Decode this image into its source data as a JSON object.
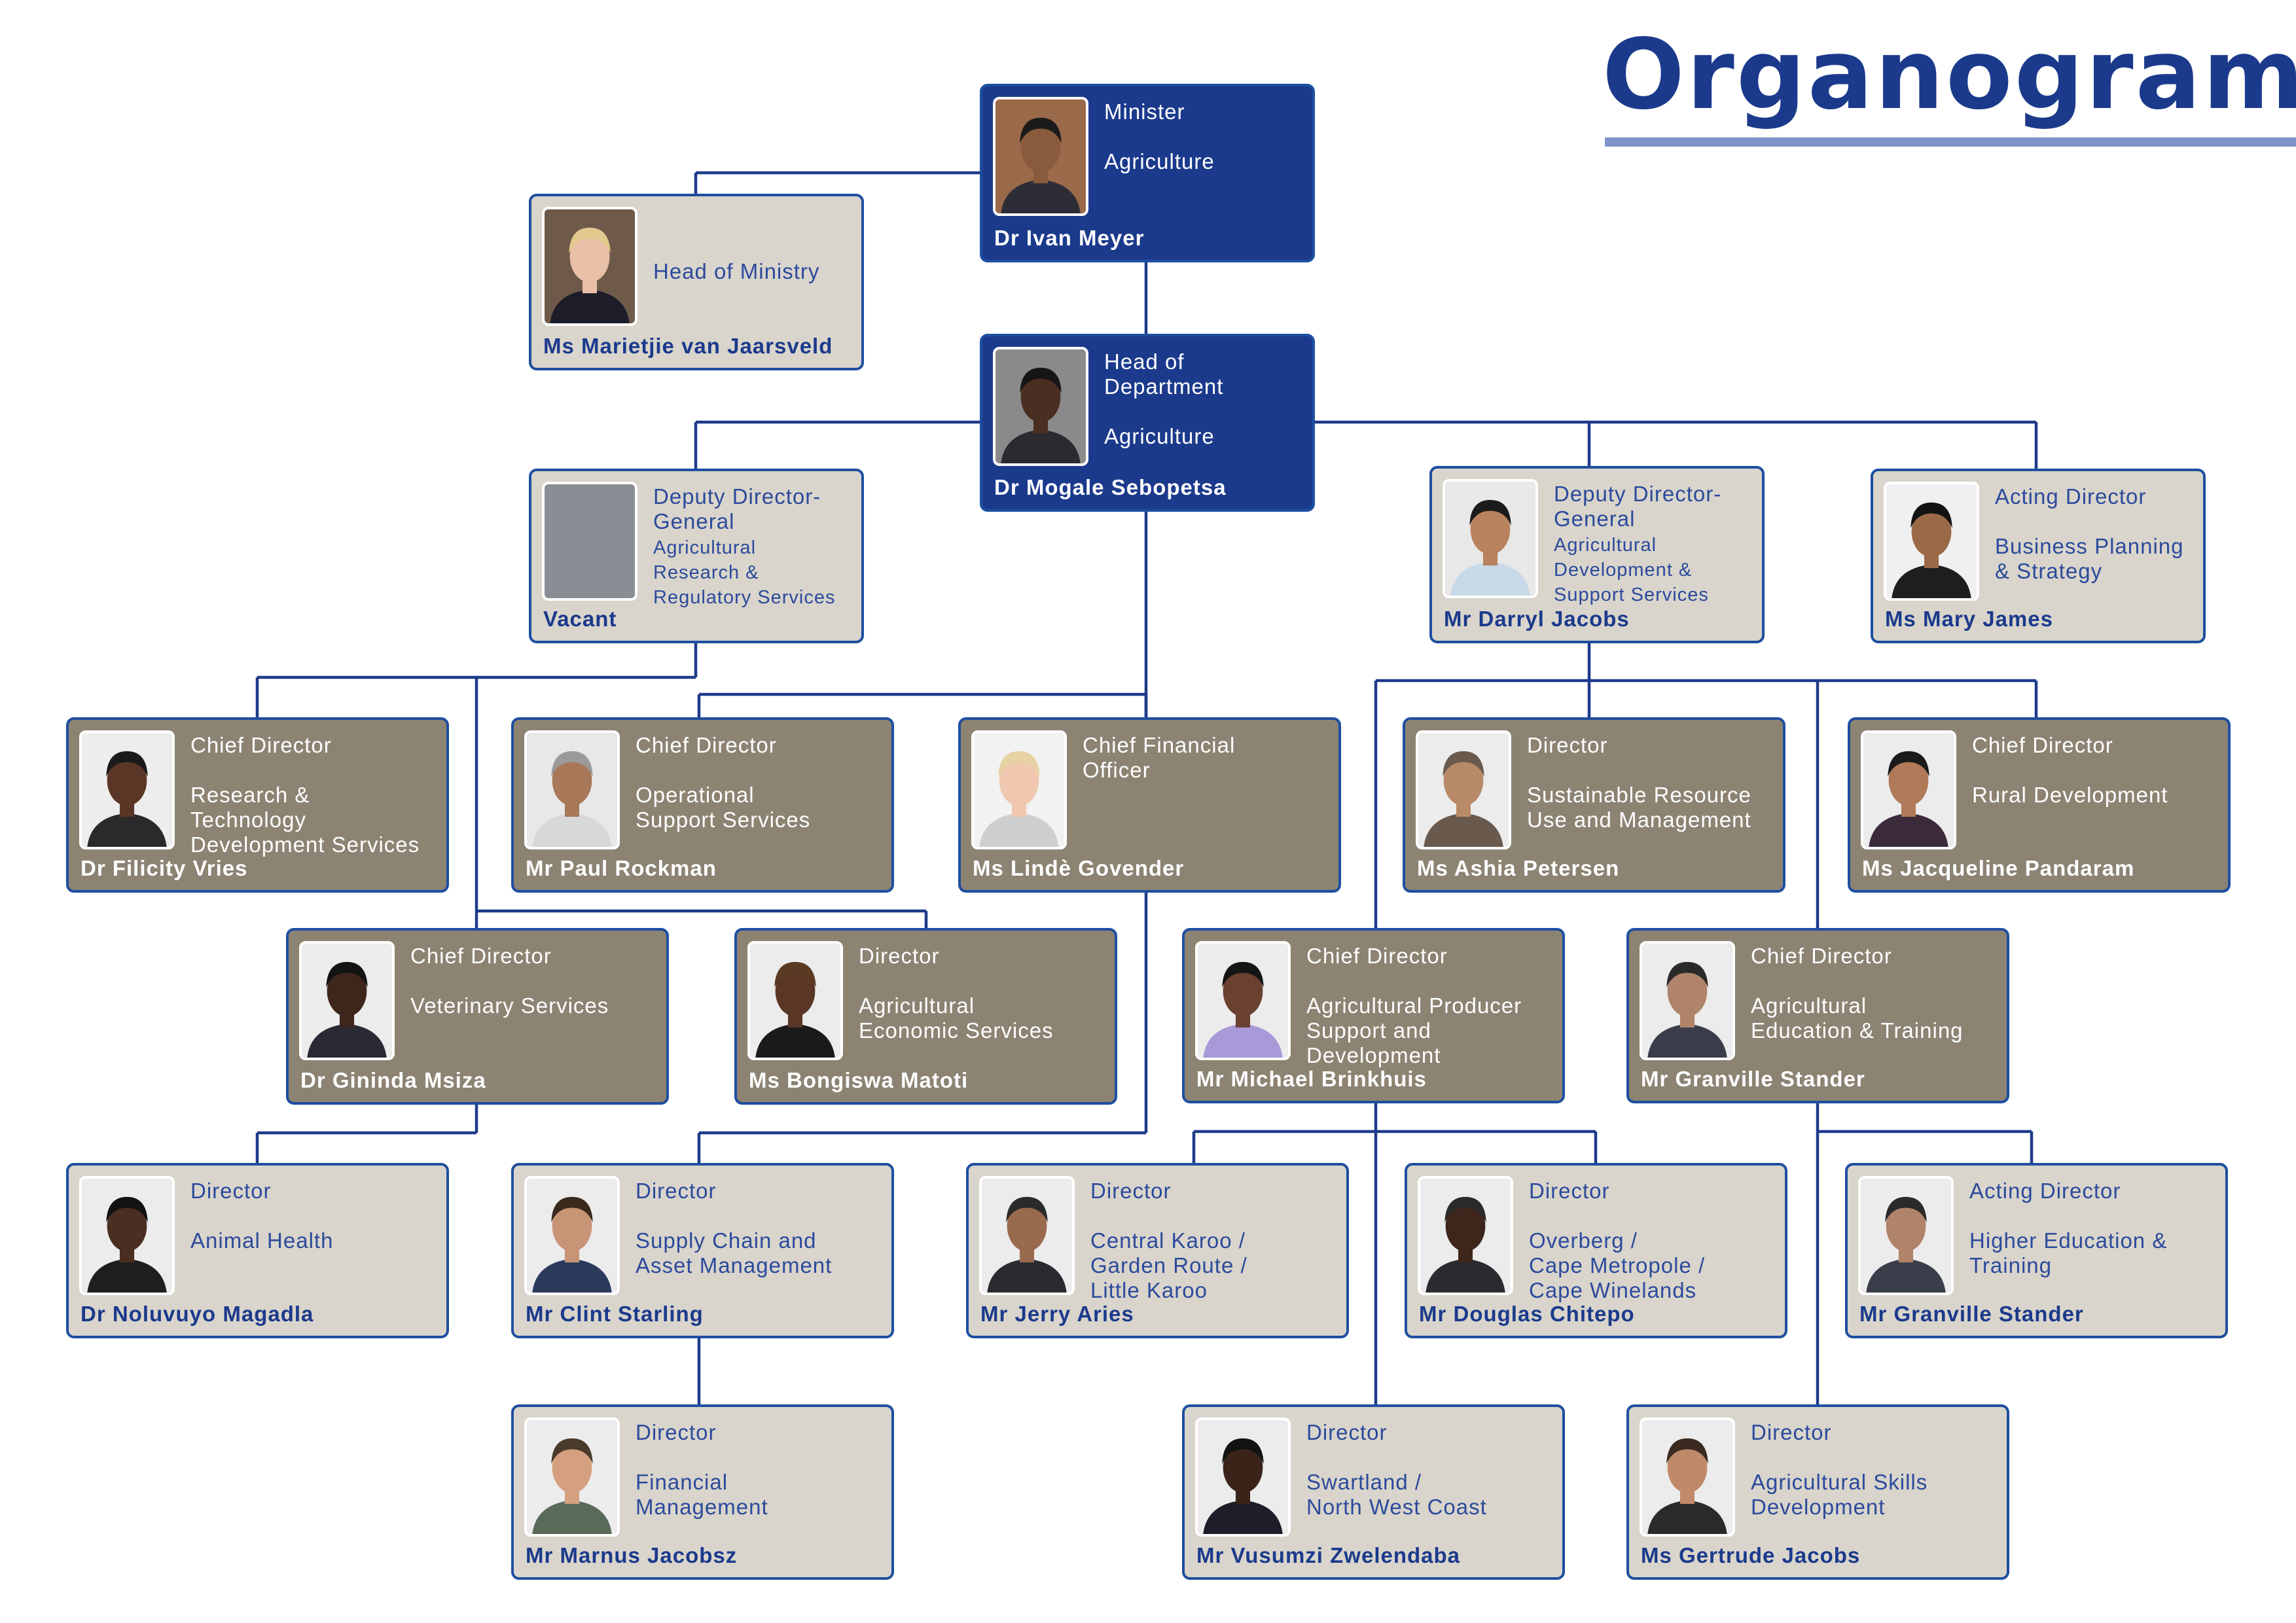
{
  "header": {
    "title": "Organogram"
  },
  "people": [
    {
      "id": "minister",
      "style": "blue",
      "role": "Minister\n\nAgriculture",
      "name": "Dr Ivan Meyer",
      "photo": {
        "skin": "#8a5a3c",
        "hair": "#1b1b1b",
        "bg": "#9a6a4a",
        "shirt": "#2d2d38"
      }
    },
    {
      "id": "head-of-ministry",
      "style": "light",
      "role": "\n\nHead of Ministry",
      "name": "Ms Marietjie van Jaarsveld",
      "photo": {
        "skin": "#e8c0a8",
        "hair": "#e2c98e",
        "bg": "#6f5a4a",
        "shirt": "#1d1d2a"
      }
    },
    {
      "id": "hod",
      "style": "blue",
      "role": "Head of\nDepartment\n\nAgriculture",
      "name": "Dr Mogale Sebopetsa",
      "photo": {
        "skin": "#4a2e22",
        "hair": "#151515",
        "bg": "#8a8a8a",
        "shirt": "#2a2a30"
      }
    },
    {
      "id": "ddg-research",
      "style": "light",
      "role": "Deputy Director-\nGeneral",
      "role_sub": "Agricultural\nResearch &\nRegulatory Services",
      "name": "Vacant",
      "photo": null
    },
    {
      "id": "ddg-development",
      "style": "light",
      "role": "Deputy Director-\nGeneral",
      "role_sub": "Agricultural\nDevelopment &\nSupport Services",
      "name": "Mr Darryl Jacobs",
      "photo": {
        "skin": "#b9825e",
        "hair": "#1b1b1b",
        "bg": "#e8e8e8",
        "shirt": "#c7d9e8"
      }
    },
    {
      "id": "acting-director-bps",
      "style": "light",
      "role": "Acting Director\n\nBusiness Planning\n& Strategy",
      "name": "Ms Mary James",
      "photo": {
        "skin": "#9a6a48",
        "hair": "#121212",
        "bg": "#f0f0f0",
        "shirt": "#1e1e1e"
      }
    },
    {
      "id": "cd-research-tech",
      "style": "taupe",
      "role": "Chief Director\n\nResearch &\nTechnology\nDevelopment Services",
      "name": "Dr Filicity Vries",
      "photo": {
        "skin": "#5a3626",
        "hair": "#1a1a1a",
        "bg": "#ededed",
        "shirt": "#2a2a2a"
      }
    },
    {
      "id": "cd-operational",
      "style": "taupe",
      "role": "Chief Director\n\nOperational\nSupport Services",
      "name": "Mr Paul Rockman",
      "photo": {
        "skin": "#a87858",
        "hair": "#9a9a9a",
        "bg": "#e8e8e8",
        "shirt": "#d8d8d8"
      }
    },
    {
      "id": "cfo",
      "style": "taupe",
      "role": "Chief Financial\nOfficer",
      "name": "Ms Lindè Govender",
      "photo": {
        "skin": "#f0c8b0",
        "hair": "#e6d2a2",
        "bg": "#f2f2f2",
        "shirt": "#cfcfcf"
      }
    },
    {
      "id": "dir-sustainable",
      "style": "taupe",
      "role": "Director\n\nSustainable Resource\nUse and Management",
      "name": "Ms Ashia Petersen",
      "photo": {
        "skin": "#b98a68",
        "hair": "#6a5a4e",
        "bg": "#ececec",
        "shirt": "#6a5a4e"
      }
    },
    {
      "id": "cd-rural",
      "style": "taupe",
      "role": "Chief Director\n\nRural Development",
      "name": "Ms Jacqueline Pandaram",
      "photo": {
        "skin": "#b07a58",
        "hair": "#1a1a1a",
        "bg": "#ececec",
        "shirt": "#3a2a3a"
      }
    },
    {
      "id": "cd-veterinary",
      "style": "taupe",
      "role": "Chief Director\n\nVeterinary Services",
      "name": "Dr Gininda Msiza",
      "photo": {
        "skin": "#3e261c",
        "hair": "#141414",
        "bg": "#ececec",
        "shirt": "#2a2a35"
      }
    },
    {
      "id": "dir-agri-econ",
      "style": "taupe",
      "role": "Director\n\nAgricultural\nEconomic Services",
      "name": "Ms Bongiswa Matoti",
      "photo": {
        "skin": "#5a3626",
        "hair": "#5a3a22",
        "bg": "#ececec",
        "shirt": "#1a1a1a"
      }
    },
    {
      "id": "cd-producer",
      "style": "taupe",
      "role": "Chief Director\n\nAgricultural Producer\nSupport and\nDevelopment",
      "name": "Mr Michael Brinkhuis",
      "photo": {
        "skin": "#6a4030",
        "hair": "#151515",
        "bg": "#ececec",
        "shirt": "#a89ad8"
      }
    },
    {
      "id": "cd-education",
      "style": "taupe",
      "role": "Chief Director\n\nAgricultural\nEducation & Training",
      "name": "Mr Granville Stander",
      "photo": {
        "skin": "#b0846a",
        "hair": "#2a2a2a",
        "bg": "#ececec",
        "shirt": "#3a3e4a"
      }
    },
    {
      "id": "dir-animal-health",
      "style": "light",
      "role": "Director\n\nAnimal Health",
      "name": "Dr Noluvuyo Magadla",
      "photo": {
        "skin": "#4a2e22",
        "hair": "#121212",
        "bg": "#ececec",
        "shirt": "#1e1e1e"
      }
    },
    {
      "id": "dir-supply-chain",
      "style": "light",
      "role": "Director\n\nSupply Chain and\nAsset Management",
      "name": "Mr Clint Starling",
      "photo": {
        "skin": "#c89476",
        "hair": "#3a2a1e",
        "bg": "#ececec",
        "shirt": "#2a3a5a"
      }
    },
    {
      "id": "dir-central-karoo",
      "style": "light",
      "role": "Director\n\nCentral Karoo /\nGarden Route /\nLittle Karoo",
      "name": "Mr Jerry Aries",
      "photo": {
        "skin": "#9a6a4e",
        "hair": "#2a2a2a",
        "bg": "#ececec",
        "shirt": "#2a2a30"
      }
    },
    {
      "id": "dir-overberg",
      "style": "light",
      "role": "Director\n\nOverberg /\nCape Metropole /\nCape Winelands",
      "name": "Mr Douglas Chitepo",
      "photo": {
        "skin": "#3e261c",
        "hair": "#2a2a2a",
        "bg": "#ececec",
        "shirt": "#2a2a30"
      }
    },
    {
      "id": "acting-dir-higher-ed",
      "style": "light",
      "role": "Acting Director\n\nHigher Education &\nTraining",
      "name": "Mr Granville Stander",
      "photo": {
        "skin": "#b0846a",
        "hair": "#2a2a2a",
        "bg": "#ececec",
        "shirt": "#3a3e4a"
      }
    },
    {
      "id": "dir-financial",
      "style": "light",
      "role": "Director\n\nFinancial\nManagement",
      "name": "Mr Marnus Jacobsz",
      "photo": {
        "skin": "#d4a080",
        "hair": "#4a3a2a",
        "bg": "#ececec",
        "shirt": "#5a6a5a"
      }
    },
    {
      "id": "dir-swartland",
      "style": "light",
      "role": "Director\n\nSwartland /\nNorth West Coast",
      "name": "Mr Vusumzi Zwelendaba",
      "photo": {
        "skin": "#3a241a",
        "hair": "#121212",
        "bg": "#ececec",
        "shirt": "#1e1e2a"
      }
    },
    {
      "id": "dir-skills",
      "style": "light",
      "role": "Director\n\nAgricultural Skills\nDevelopment",
      "name": "Ms Gertrude Jacobs",
      "photo": {
        "skin": "#c08a6a",
        "hair": "#3a2a20",
        "bg": "#ececec",
        "shirt": "#2a2a2a"
      }
    }
  ]
}
